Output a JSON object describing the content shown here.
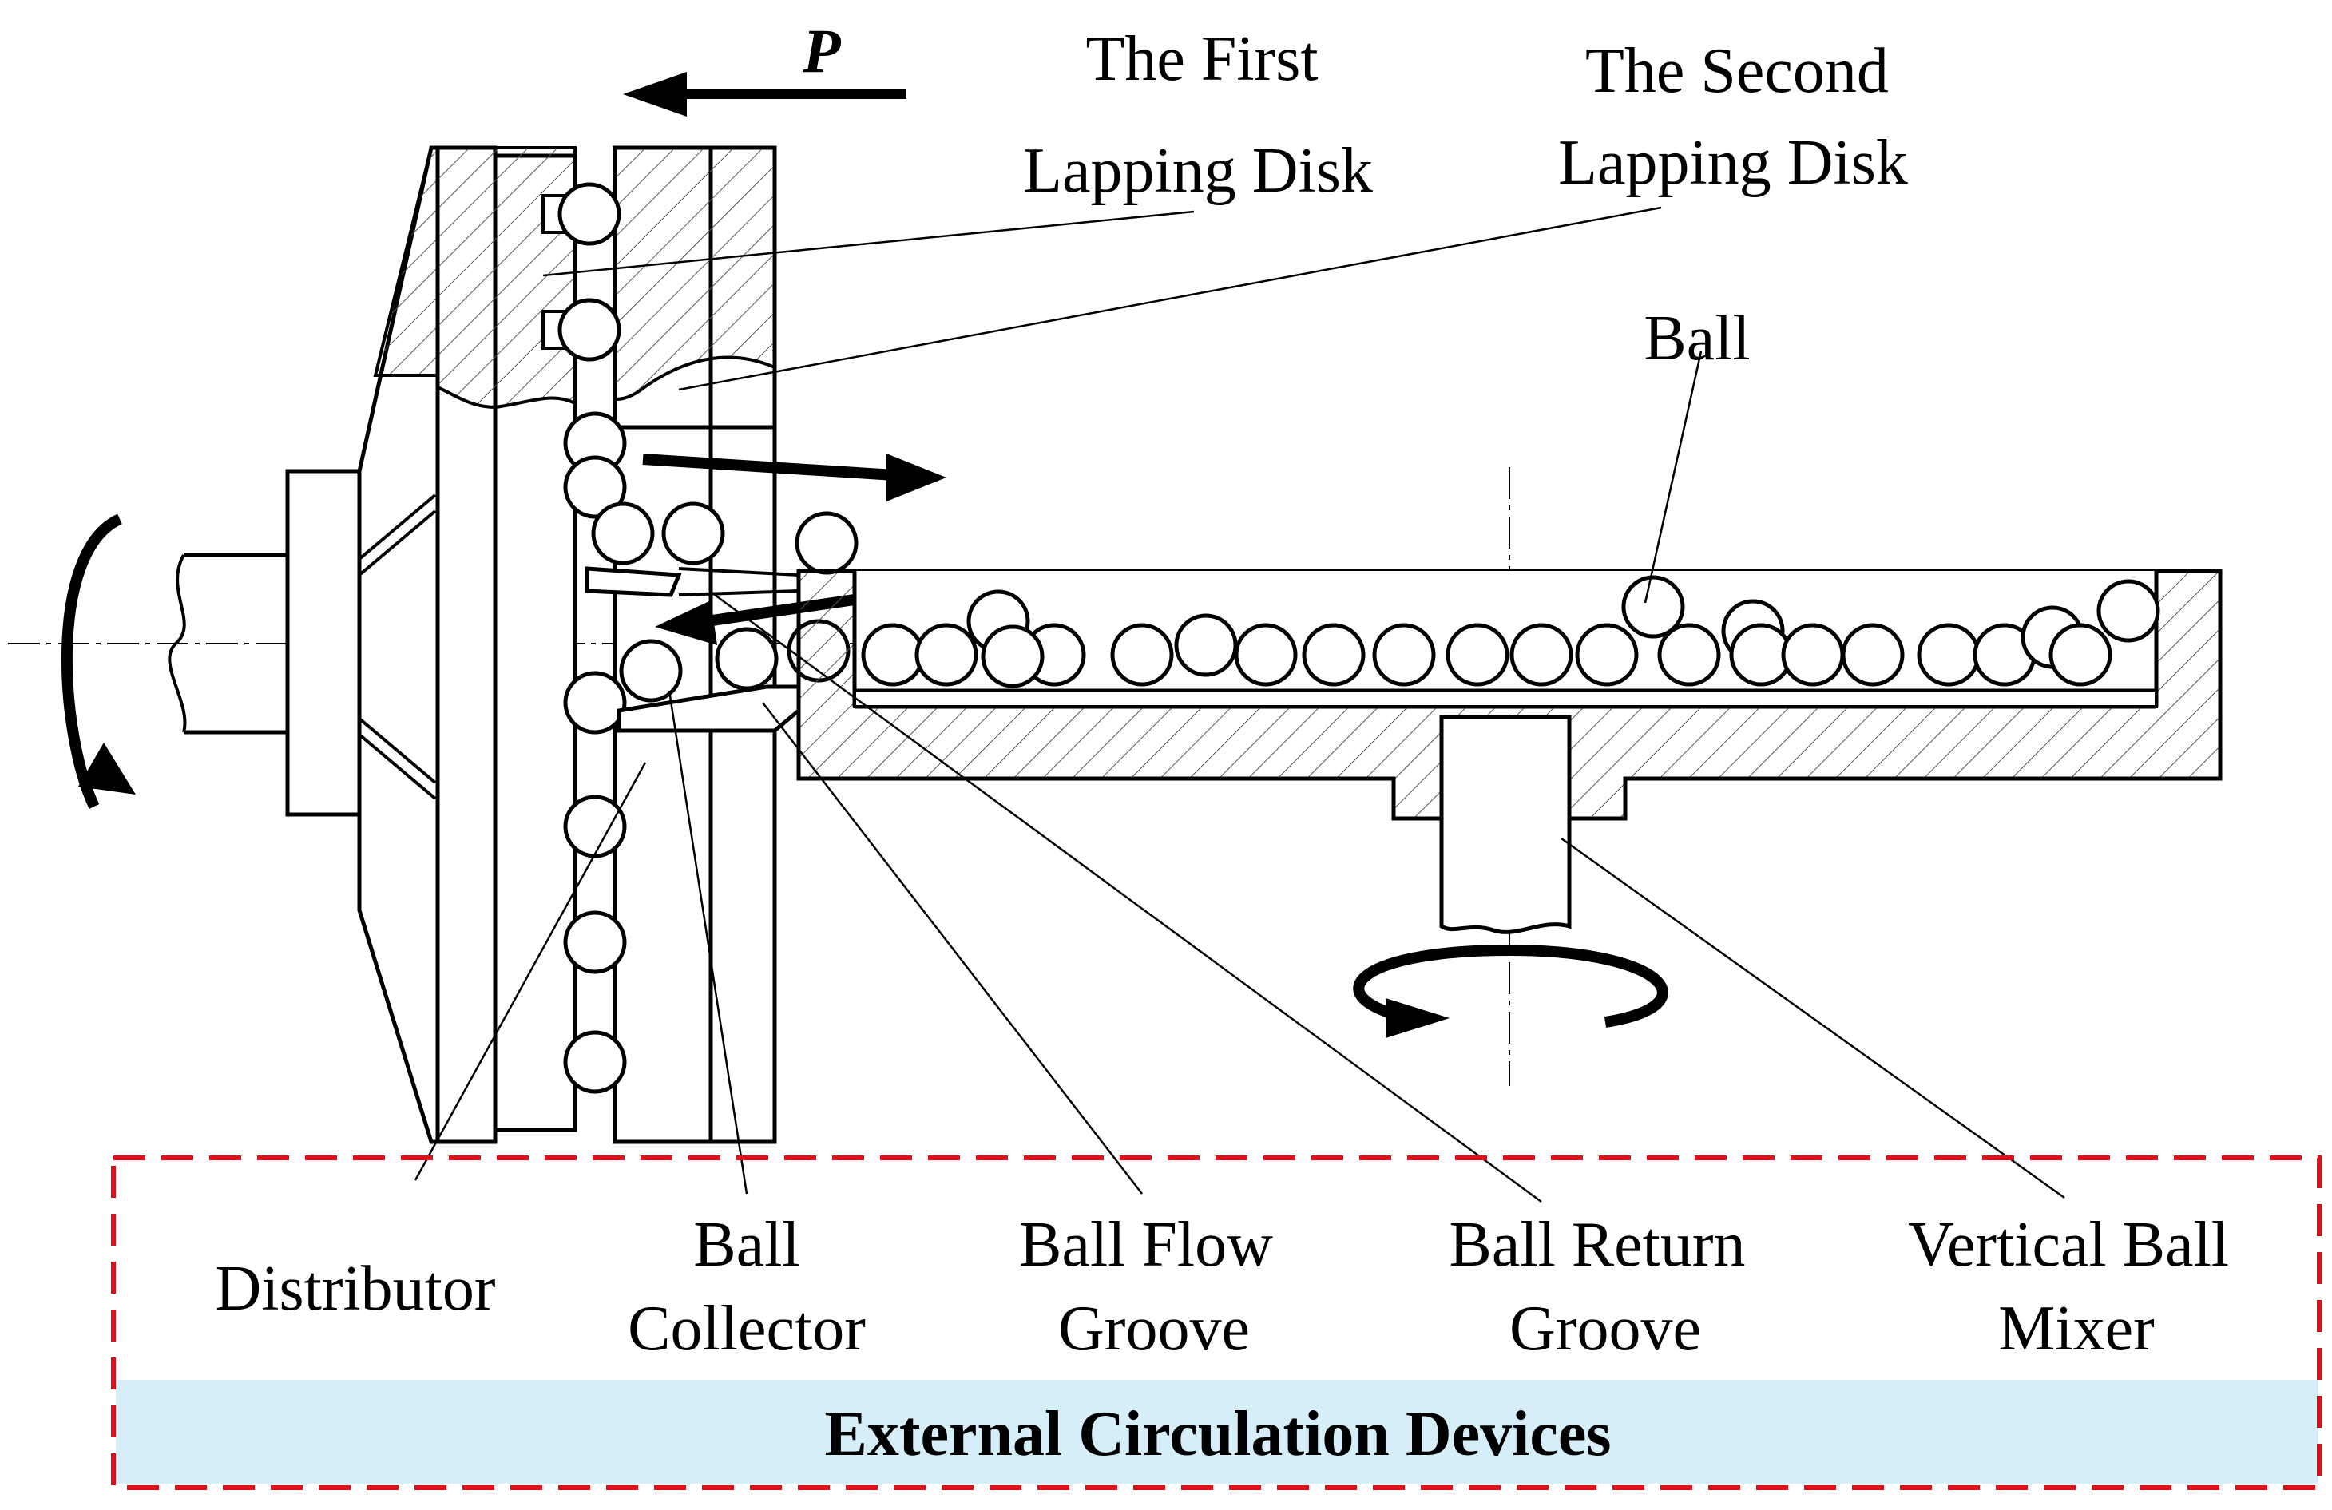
{
  "force_label": "P",
  "labels": {
    "first_disk": [
      "The First",
      "Lapping Disk"
    ],
    "second_disk": [
      "The Second",
      "Lapping Disk"
    ],
    "ball": "Ball",
    "distributor": "Distributor",
    "ball_collector": [
      "Ball",
      "Collector"
    ],
    "ball_flow_groove": [
      "Ball Flow",
      "Groove"
    ],
    "ball_return_groove": [
      "Ball Return",
      "Groove"
    ],
    "vertical_ball_mixer": [
      "Vertical Ball",
      "Mixer"
    ]
  },
  "banner": {
    "title": "External Circulation Devices",
    "background": "#d6eef8",
    "border": "#e0101a"
  }
}
